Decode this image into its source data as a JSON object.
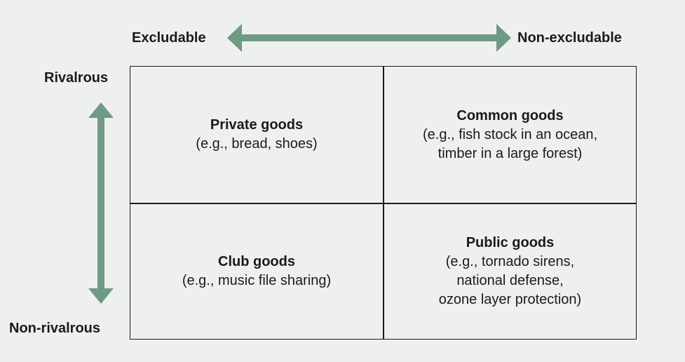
{
  "axes": {
    "left_top": "Excludable",
    "right_top": "Non-excludable",
    "top_left": "Rivalrous",
    "bottom_left": "Non-rivalrous"
  },
  "cells": {
    "private": {
      "title": "Private goods",
      "desc": "(e.g., bread, shoes)"
    },
    "common": {
      "title": "Common goods",
      "desc": "(e.g., fish stock in an ocean,\ntimber in a large forest)"
    },
    "club": {
      "title": "Club goods",
      "desc": "(e.g., music file sharing)"
    },
    "public": {
      "title": "Public goods",
      "desc": "(e.g., tornado sirens,\nnational defense,\nozone layer protection)"
    }
  },
  "colors": {
    "arrow": "#6f9a83",
    "background": "#eef0ef",
    "text": "#1a1a1a"
  }
}
